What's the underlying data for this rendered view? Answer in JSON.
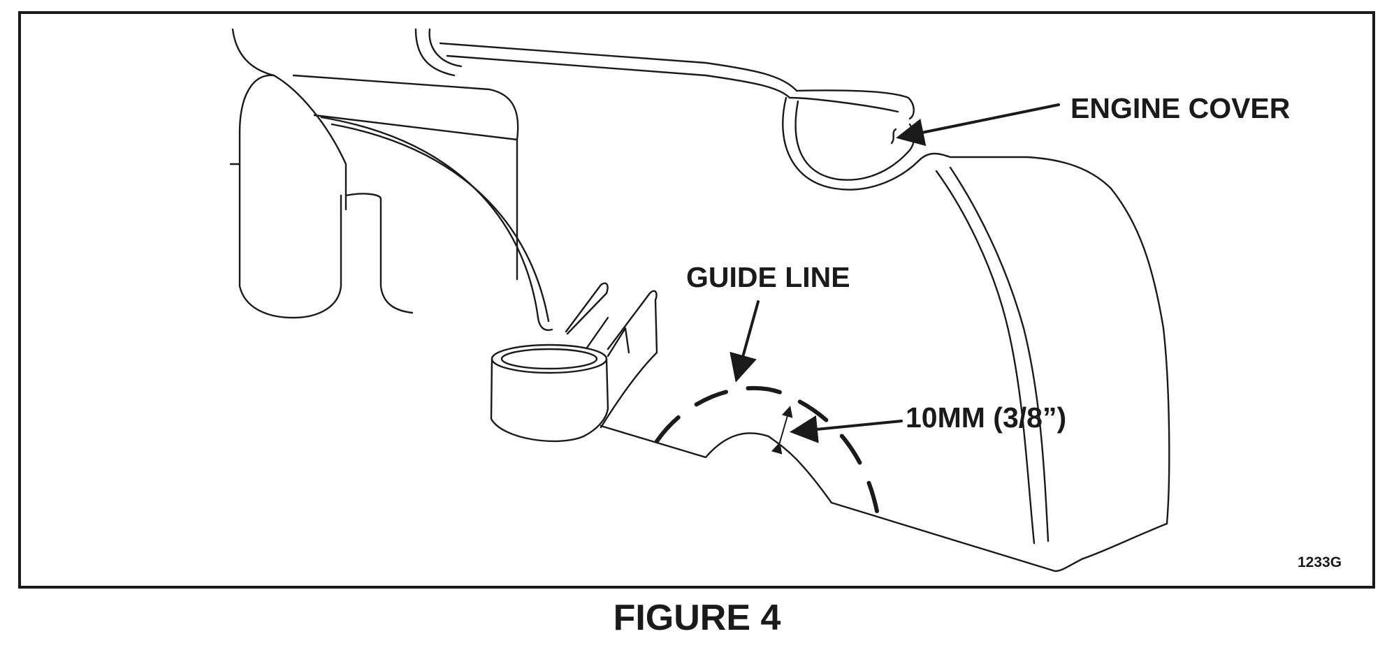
{
  "figure": {
    "caption": "FIGURE 4",
    "figure_id": "1233G",
    "line_color": "#1a1a1a",
    "background": "#ffffff"
  },
  "callouts": {
    "engine_cover": "ENGINE COVER",
    "guide_line": "GUIDE LINE",
    "measurement": "10MM (3/8”)"
  }
}
